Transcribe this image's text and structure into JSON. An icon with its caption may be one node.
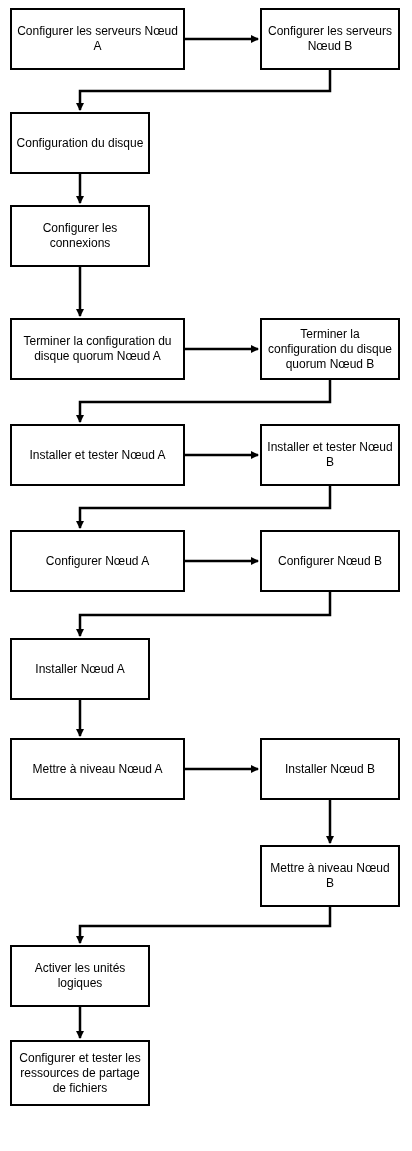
{
  "diagram": {
    "nodes": [
      {
        "text": [
          "Configurer les serveurs Nœud A"
        ]
      },
      {
        "text": [
          "Configurer les serveurs Nœud B"
        ]
      },
      {
        "text": [
          "Configuration du disque"
        ]
      },
      {
        "text": [
          "Configurer les connexions"
        ]
      },
      {
        "text": [
          "Terminer la configuration du disque quorum Nœud A"
        ]
      },
      {
        "text": [
          "Terminer la configuration du disque quorum Nœud B"
        ]
      },
      {
        "text": [
          "Installer et tester Nœud A"
        ]
      },
      {
        "text": [
          "Installer et tester Nœud B"
        ]
      },
      {
        "text": [
          "Configurer Nœud A"
        ]
      },
      {
        "text": [
          "Configurer Nœud B"
        ]
      },
      {
        "text": [
          "Installer Nœud A"
        ]
      },
      {
        "text": [
          "Mettre à niveau Nœud A"
        ]
      },
      {
        "text": [
          "Installer Nœud B"
        ]
      },
      {
        "text": [
          "Mettre à niveau Nœud B"
        ]
      },
      {
        "text": [
          "Activer les unités logiques"
        ]
      },
      {
        "text": [
          "Configurer et tester les ressources de partage de fichiers"
        ]
      }
    ],
    "edges": [
      {
        "from": 0,
        "to": 1,
        "arrow": "to"
      },
      {
        "from": 1,
        "to": 2,
        "arrow": "to"
      },
      {
        "from": 2,
        "to": 3,
        "arrow": "to"
      },
      {
        "from": 3,
        "to": 4,
        "arrow": "to"
      },
      {
        "from": 4,
        "to": 5,
        "arrow": "to"
      },
      {
        "from": 5,
        "to": 6,
        "arrow": "to"
      },
      {
        "from": 6,
        "to": 7,
        "arrow": "to"
      },
      {
        "from": 7,
        "to": 8,
        "arrow": "to"
      },
      {
        "from": 8,
        "to": 9,
        "arrow": "to"
      },
      {
        "from": 9,
        "to": 10,
        "arrow": "to"
      },
      {
        "from": 10,
        "to": 11,
        "arrow": "to"
      },
      {
        "from": 11,
        "to": 12,
        "arrow": "to"
      },
      {
        "from": 12,
        "to": 13,
        "arrow": "to"
      },
      {
        "from": 13,
        "to": 14,
        "arrow": "to"
      },
      {
        "from": 14,
        "to": 15,
        "arrow": "to"
      }
    ]
  }
}
